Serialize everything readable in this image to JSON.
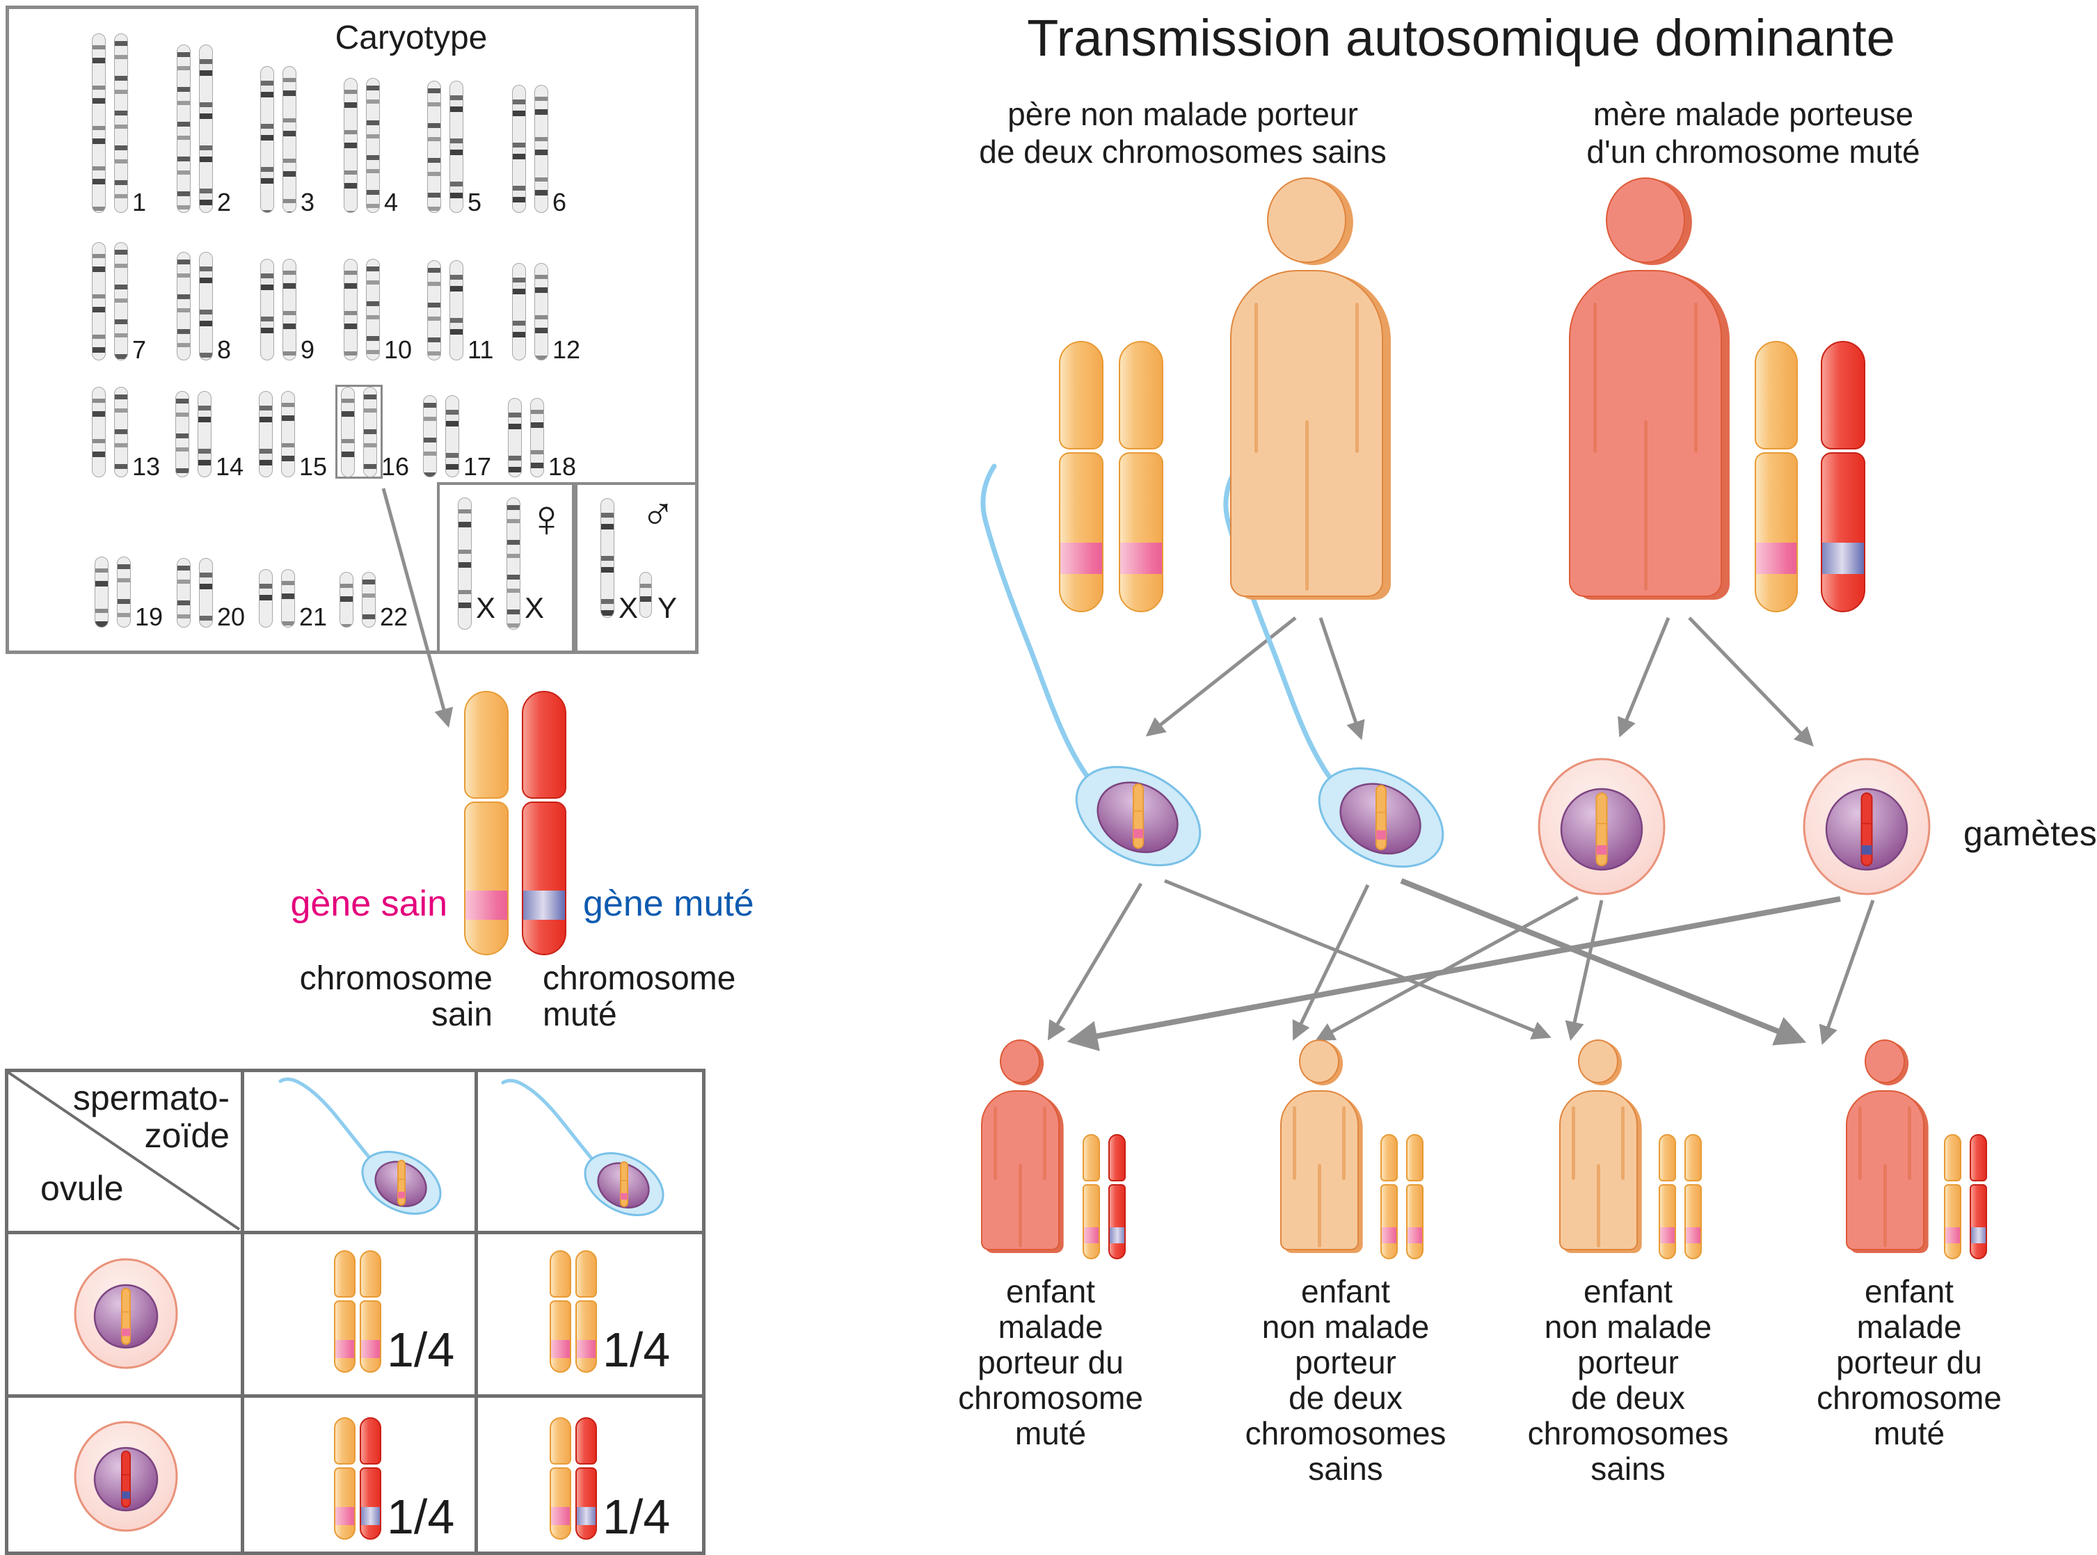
{
  "karyotype": {
    "title": "Caryotype",
    "pair_labels": [
      "1",
      "2",
      "3",
      "4",
      "5",
      "6",
      "7",
      "8",
      "9",
      "10",
      "11",
      "12",
      "13",
      "14",
      "15",
      "16",
      "17",
      "18",
      "19",
      "20",
      "21",
      "22"
    ],
    "female_symbol": "♀",
    "male_symbol": "♂",
    "xx_labels": [
      "X",
      "X"
    ],
    "xy_labels": [
      "X",
      "Y"
    ]
  },
  "legend": {
    "gene_sain": "gène sain",
    "gene_mute": "gène muté",
    "chromosome_sain": [
      "chromosome",
      "sain"
    ],
    "chromosome_mute": [
      "chromosome",
      "muté"
    ]
  },
  "punnett": {
    "header_sperm": [
      "spermato-",
      "zoïde"
    ],
    "header_ovule": "ovule",
    "fractions": [
      "1/4",
      "1/4",
      "1/4",
      "1/4"
    ]
  },
  "main": {
    "title": "Transmission autosomique dominante",
    "father_label": [
      "père non malade porteur",
      "de deux chromosomes sains"
    ],
    "mother_label": [
      "mère malade porteuse",
      "d'un chromosome muté"
    ],
    "gametes_label": "gamètes",
    "children": [
      {
        "sick": true,
        "lines": [
          "enfant",
          "malade",
          "porteur du",
          "chromosome",
          "muté"
        ]
      },
      {
        "sick": false,
        "lines": [
          "enfant",
          "non malade",
          "porteur",
          "de deux",
          "chromosomes",
          "sains"
        ]
      },
      {
        "sick": false,
        "lines": [
          "enfant",
          "non malade",
          "porteur",
          "de deux",
          "chromosomes",
          "sains"
        ]
      },
      {
        "sick": true,
        "lines": [
          "enfant",
          "malade",
          "porteur du",
          "chromosome",
          "muté"
        ]
      }
    ]
  },
  "colors": {
    "gene_sain_text": "#e4007c",
    "gene_mute_text": "#0e5bb0",
    "healthy_band": "#ef6f9f",
    "mutated_band": "#4d57a7",
    "orange_chromosome": "#f3a94e",
    "red_chromosome": "#e62e22",
    "father_fill": "#f6c99c",
    "mother_fill": "#f1897b",
    "arrow": "#8f8f8f"
  }
}
